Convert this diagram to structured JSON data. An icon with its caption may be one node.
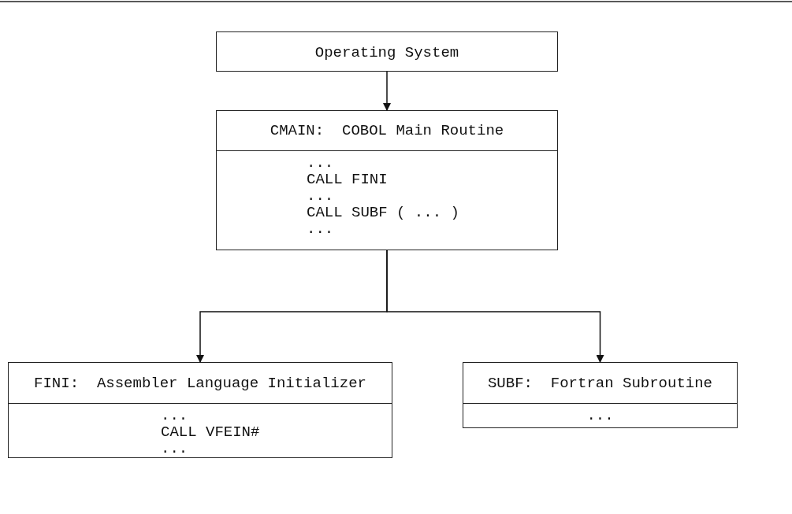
{
  "diagram": {
    "nodes": [
      {
        "text": [
          "Operating System"
        ]
      },
      {
        "text": [
          "CMAIN:  COBOL Main Routine",
          "...",
          "CALL FINI",
          "...",
          "CALL SUBF ( ... )",
          "..."
        ]
      },
      {
        "text": [
          "FINI:  Assembler Language Initializer",
          "...",
          "CALL VFEIN#",
          "..."
        ]
      },
      {
        "text": [
          "SUBF:  Fortran Subroutine",
          "..."
        ]
      }
    ],
    "edges": [
      {
        "from": 0,
        "to": 1,
        "arrow": "to"
      },
      {
        "from": 1,
        "to": 2,
        "arrow": "to"
      },
      {
        "from": 1,
        "to": 3,
        "arrow": "to"
      }
    ]
  }
}
